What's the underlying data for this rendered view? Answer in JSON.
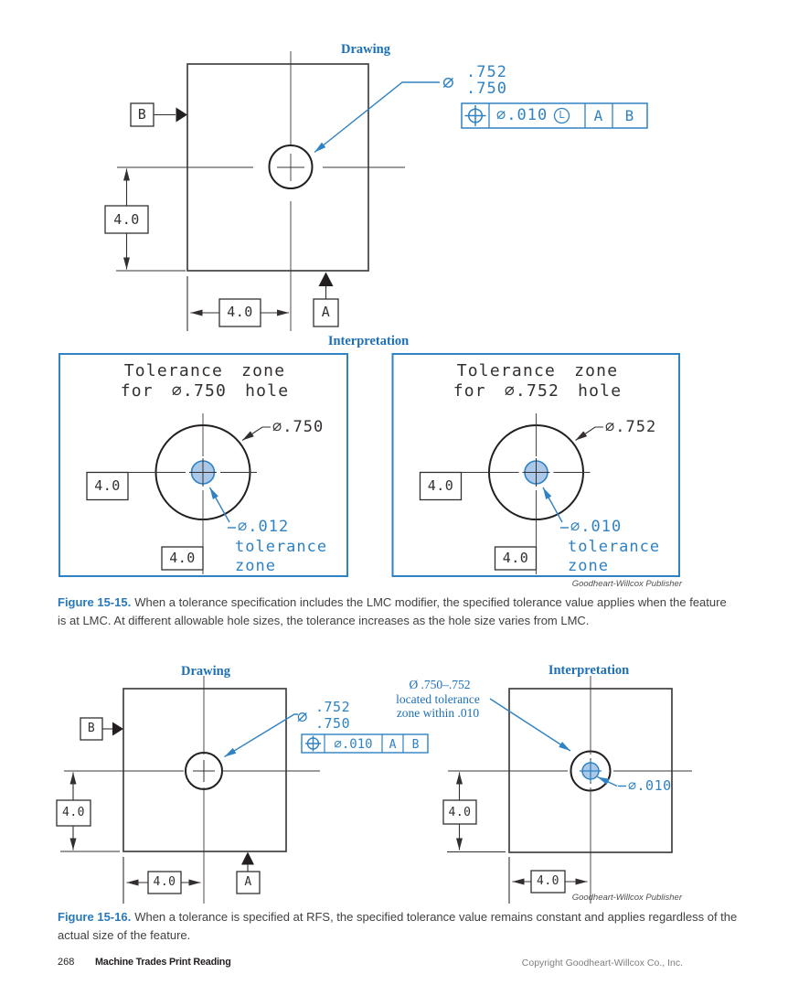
{
  "page": {
    "number": "268",
    "book_title": "Machine Trades Print Reading",
    "copyright": "Copyright Goodheart-Willcox Co., Inc.",
    "publisher_credit": "Goodheart-Willcox Publisher"
  },
  "colors": {
    "annotation_blue": "#2f82c3",
    "heading_blue": "#1d6fb8",
    "tolerance_zone_fill": "#abc8e8",
    "ink": "#332f30",
    "body_text": "#414042"
  },
  "fig15_15": {
    "heading_drawing": "Drawing",
    "heading_interpretation": "Interpretation",
    "datum_left": "B",
    "datum_bottom": "A",
    "dim_left": "4.0",
    "dim_bottom": "4.0",
    "callout": {
      "symbol": "∅",
      "upper": ".752",
      "lower": ".750"
    },
    "fcf": {
      "symbol_name": "true-position",
      "tolerance": "∅.010",
      "modifier": "L",
      "datum1": "A",
      "datum2": "B"
    },
    "panels": [
      {
        "title_line1": "Tolerance zone",
        "title_line2": "for ∅.750 hole",
        "hole_label": "∅.750",
        "dim_left": "4.0",
        "dim_bottom": "4.0",
        "zone_line1": "∅.012",
        "zone_line2": "tolerance",
        "zone_line3": "zone"
      },
      {
        "title_line1": "Tolerance zone",
        "title_line2": "for ∅.752 hole",
        "hole_label": "∅.752",
        "dim_left": "4.0",
        "dim_bottom": "4.0",
        "zone_line1": "∅.010",
        "zone_line2": "tolerance",
        "zone_line3": "zone"
      }
    ],
    "caption_label": "Figure 15-15.",
    "caption_text": "When a tolerance specification includes the LMC modifier, the specified tolerance value applies when the feature is at LMC. At different allowable hole sizes, the tolerance increases as the hole size varies from LMC."
  },
  "fig15_16": {
    "heading_drawing": "Drawing",
    "heading_interpretation": "Interpretation",
    "datum_left": "B",
    "datum_bottom": "A",
    "dim_left": "4.0",
    "dim_bottom": "4.0",
    "callout": {
      "symbol": "∅",
      "upper": ".752",
      "lower": ".750"
    },
    "fcf": {
      "symbol_name": "true-position",
      "tolerance": "∅.010",
      "datum1": "A",
      "datum2": "B"
    },
    "interp": {
      "note_line1": "Ø .750–.752",
      "note_line2": "located tolerance",
      "note_line3": "zone within .010",
      "zone_label": "∅.010",
      "dim_left": "4.0",
      "dim_bottom": "4.0"
    },
    "caption_label": "Figure 15-16.",
    "caption_text": "When a tolerance is specified at RFS, the specified tolerance value remains constant and applies regardless of the actual size of the feature."
  }
}
